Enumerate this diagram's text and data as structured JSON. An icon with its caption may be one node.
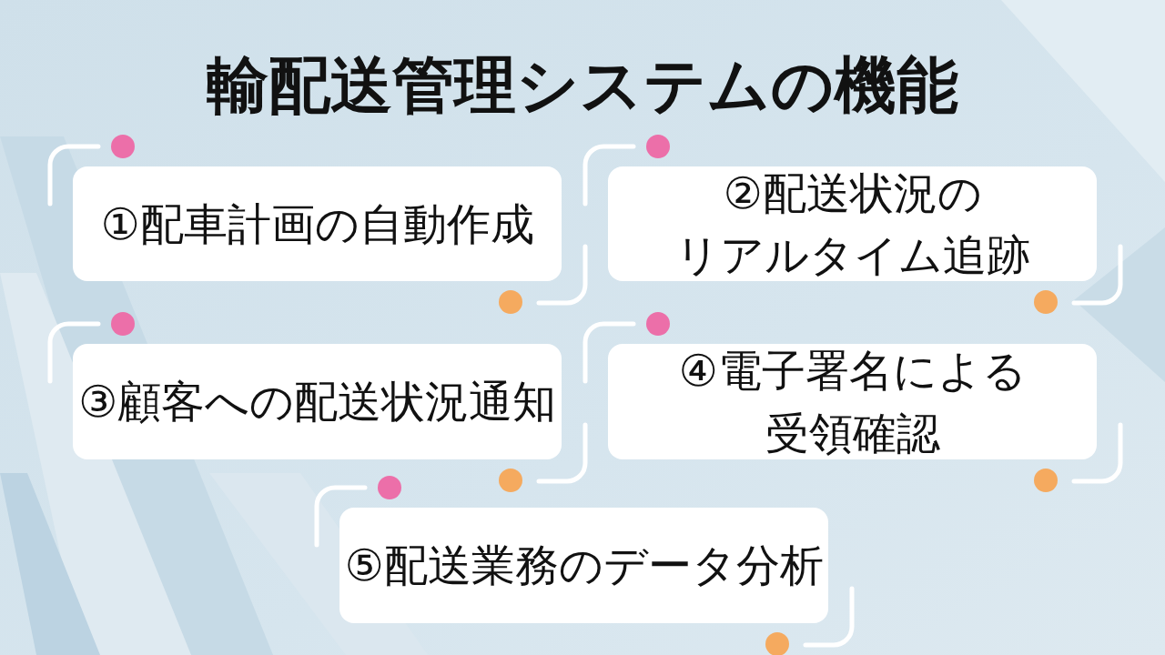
{
  "diagram": {
    "title": "輸配送管理システムの機能",
    "nodes": [
      {
        "text": [
          "①配車計画の自動作成"
        ]
      },
      {
        "text": [
          "②配送状況のリアルタイム追跡"
        ]
      },
      {
        "text": [
          "③顧客への配送状況通知"
        ]
      },
      {
        "text": [
          "④電子署名による受領確認"
        ]
      },
      {
        "text": [
          "⑤配送業務のデータ分析"
        ]
      }
    ]
  }
}
